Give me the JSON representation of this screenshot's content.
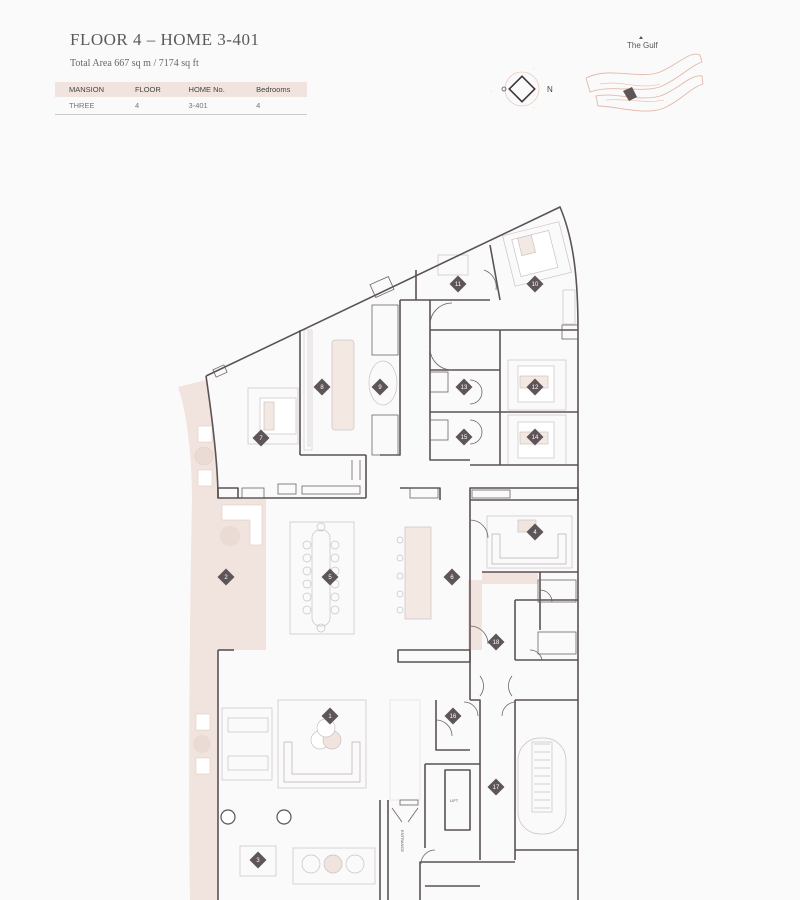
{
  "header": {
    "title": "FLOOR 4 – HOME 3-401",
    "subtitle": "Total Area 667 sq m / 7174 sq ft"
  },
  "info_table": {
    "columns": [
      "MANSION",
      "FLOOR",
      "HOME No.",
      "Bedrooms"
    ],
    "row": [
      "THREE",
      "4",
      "3-401",
      "4"
    ]
  },
  "orientation": {
    "gulf_label": "The Gulf",
    "compass_letters": {
      "north": "N",
      "south": "S"
    }
  },
  "plan": {
    "rooms": [
      {
        "id": "1",
        "label": "1"
      },
      {
        "id": "2",
        "label": "2"
      },
      {
        "id": "3",
        "label": "3"
      },
      {
        "id": "4",
        "label": "4"
      },
      {
        "id": "5",
        "label": "5"
      },
      {
        "id": "6",
        "label": "6"
      },
      {
        "id": "7",
        "label": "7"
      },
      {
        "id": "8",
        "label": "8"
      },
      {
        "id": "9",
        "label": "9"
      },
      {
        "id": "10",
        "label": "10"
      },
      {
        "id": "11",
        "label": "11"
      },
      {
        "id": "12",
        "label": "12"
      },
      {
        "id": "13",
        "label": "13"
      },
      {
        "id": "14",
        "label": "14"
      },
      {
        "id": "15",
        "label": "15"
      },
      {
        "id": "16",
        "label": "16"
      },
      {
        "id": "17",
        "label": "17"
      },
      {
        "id": "18",
        "label": "18"
      }
    ],
    "lift_label": "LIFT",
    "entrance_label": "ENTRANCE"
  },
  "colors": {
    "wall": "#5b5356",
    "marker": "#5e5559",
    "terrace": "#f1e3dd",
    "furniture": "#c9c2c4"
  }
}
